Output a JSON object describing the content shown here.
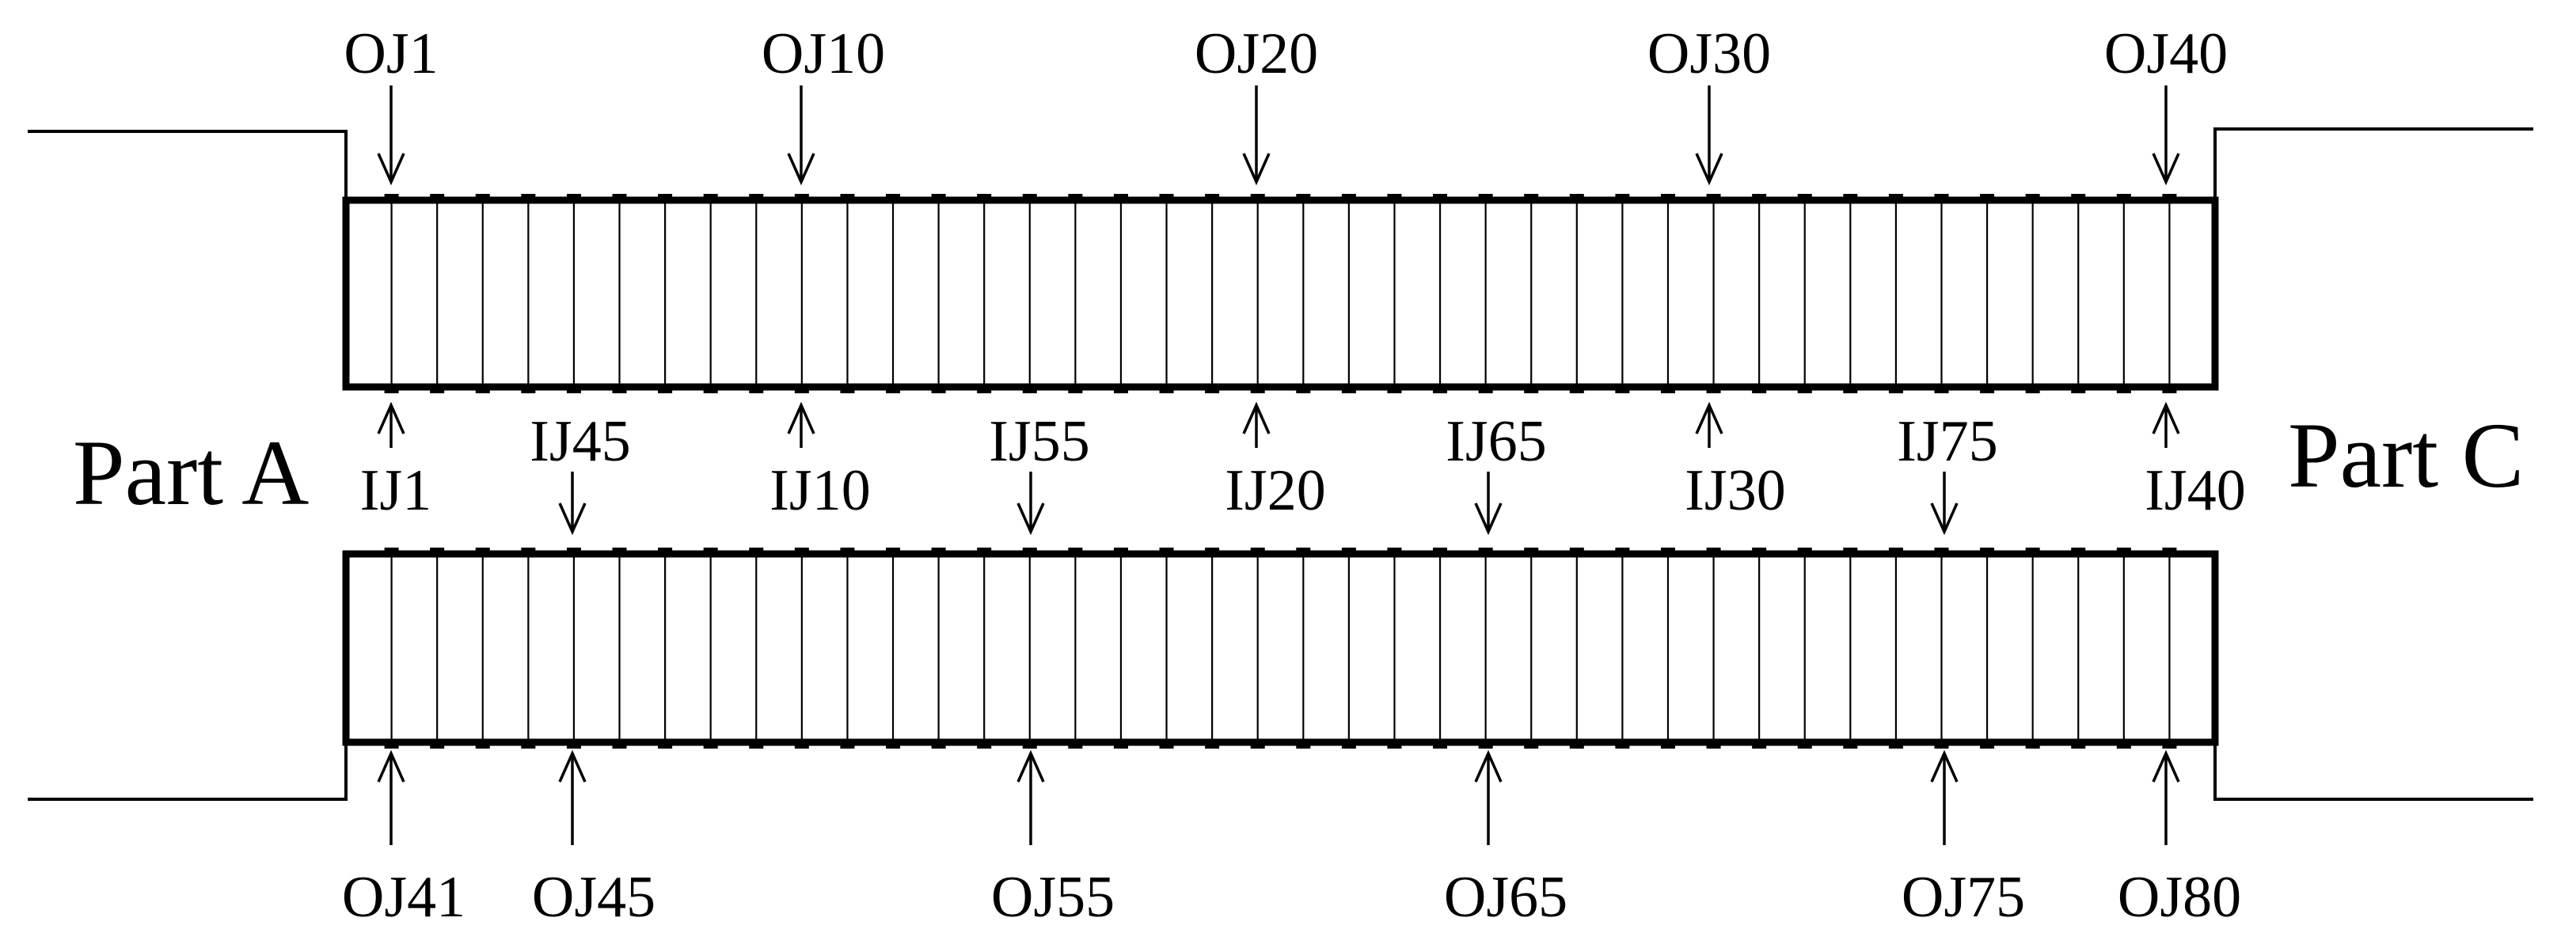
{
  "labels": {
    "part_left": "Part A",
    "part_right": "Part C"
  },
  "top_outer": [
    "OJ1",
    "OJ10",
    "OJ20",
    "OJ30",
    "OJ40"
  ],
  "top_inner": [
    "IJ1",
    "IJ10",
    "IJ20",
    "IJ30",
    "IJ40"
  ],
  "bottom_inner": [
    "IJ45",
    "IJ55",
    "IJ65",
    "IJ75"
  ],
  "bottom_outer": [
    "OJ41",
    "OJ45",
    "OJ55",
    "OJ65",
    "OJ75",
    "OJ80"
  ],
  "colors": {
    "line": "#000000",
    "background": "#ffffff"
  }
}
